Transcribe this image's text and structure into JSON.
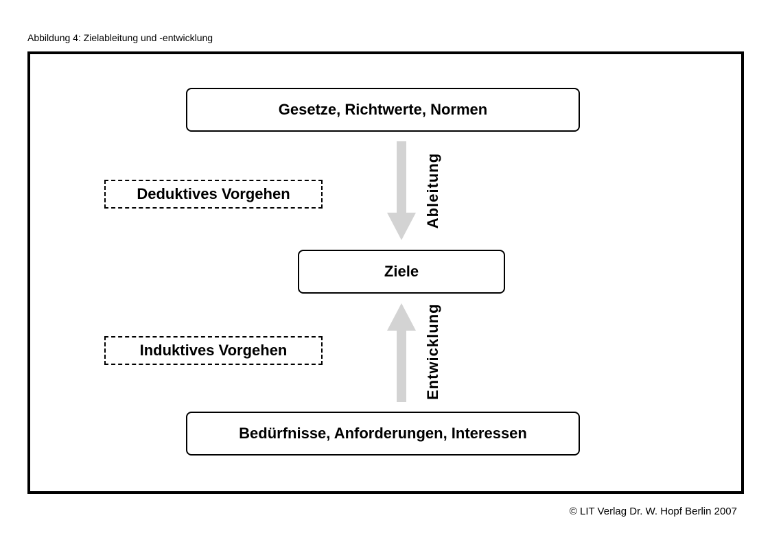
{
  "caption": "Abbildung 4: Zielableitung und -entwicklung",
  "boxes": {
    "top": "Gesetze, Richtwerte, Normen",
    "middle": "Ziele",
    "bottom": "Bedürfnisse, Anforderungen, Interessen"
  },
  "side_labels": {
    "deductive": "Deduktives Vorgehen",
    "inductive": "Induktives Vorgehen"
  },
  "arrow_labels": {
    "down": "Ableitung",
    "up": "Entwicklung"
  },
  "copyright": "© LIT Verlag Dr. W. Hopf Berlin 2007",
  "colors": {
    "arrow": "#d3d3d3",
    "border": "#000000"
  }
}
